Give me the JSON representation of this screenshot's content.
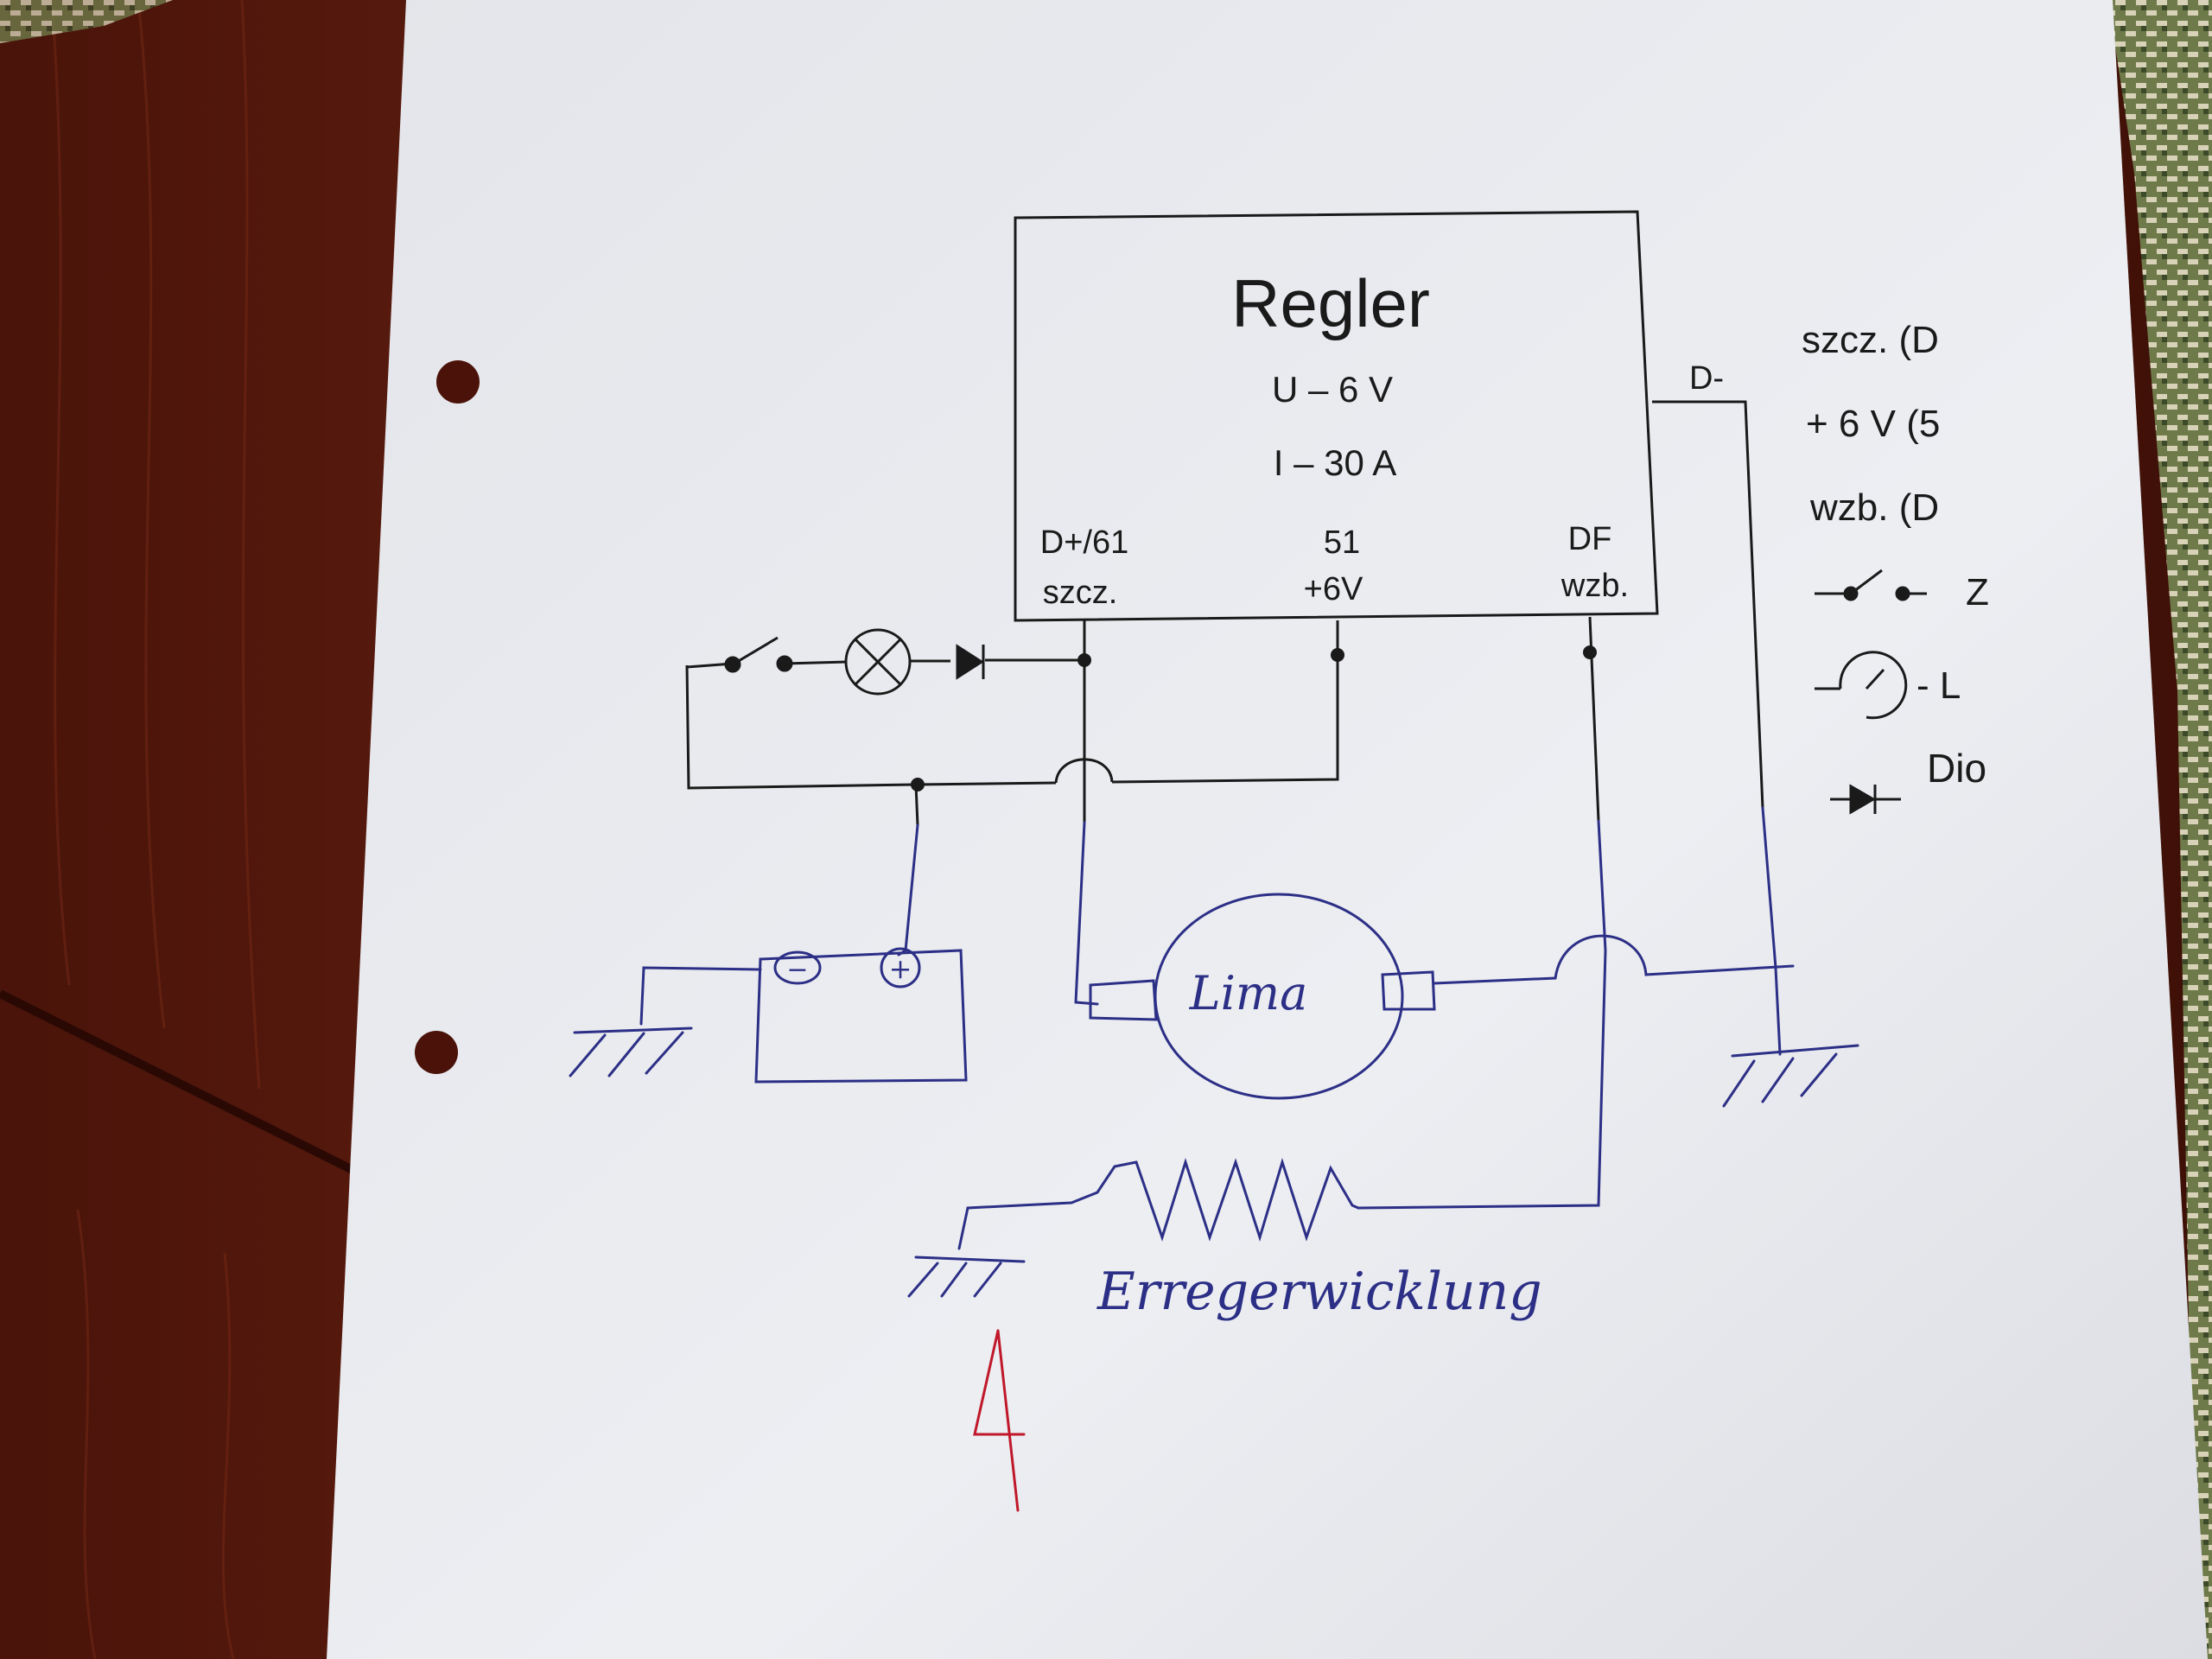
{
  "regler": {
    "title": "Regler",
    "voltage": "U – 6 V",
    "current": "I – 30 A",
    "terminals": [
      {
        "top": "D+/61",
        "bottom": "szcz."
      },
      {
        "top": "51",
        "bottom": "+6V"
      },
      {
        "top": "DF",
        "bottom": "wzb."
      }
    ],
    "d_minus": "D-"
  },
  "legend": {
    "items": [
      "szcz. (D",
      "+ 6 V (5",
      "wzb. (D",
      "Z",
      "- L",
      "Dio"
    ]
  },
  "handwritten": {
    "lima": "Lima",
    "erregerwicklung": "Erregerwicklung",
    "battery_minus": "−",
    "battery_plus": "+"
  },
  "colors": {
    "paper": "#e8e9ee",
    "ink_print": "#1a1a1a",
    "ink_pen": "#2c2f86",
    "ink_red": "#c0182a",
    "wood": "#5a1a0c"
  }
}
